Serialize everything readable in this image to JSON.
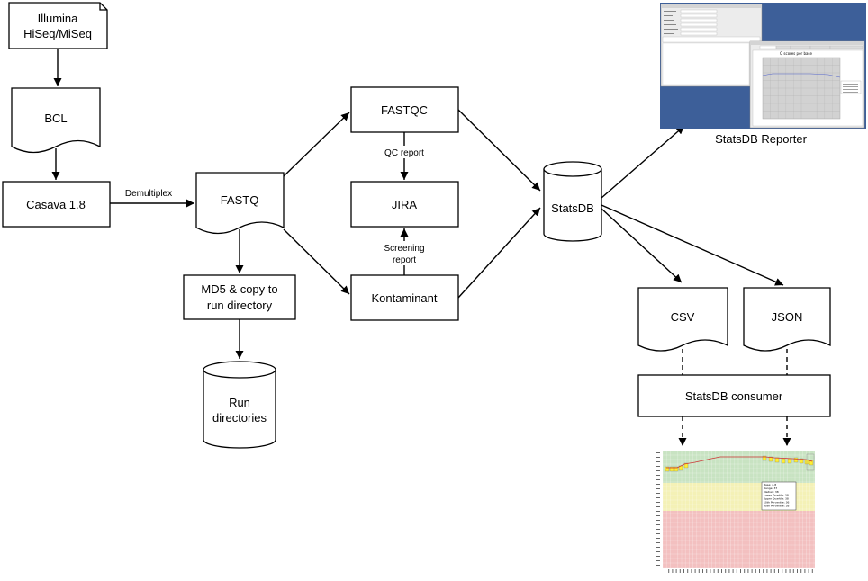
{
  "nodes": {
    "illumina": {
      "line1": "Illumina",
      "line2": "HiSeq/MiSeq"
    },
    "bcl": {
      "label": "BCL"
    },
    "casava": {
      "label": "Casava 1.8"
    },
    "fastq": {
      "label": "FASTQ"
    },
    "md5": {
      "line1": "MD5 & copy to",
      "line2": "run directory"
    },
    "run_dirs": {
      "line1": "Run",
      "line2": "directories"
    },
    "fastqc": {
      "label": "FASTQC"
    },
    "jira": {
      "label": "JIRA"
    },
    "kontaminant": {
      "label": "Kontaminant"
    },
    "statsdb": {
      "label": "StatsDB"
    },
    "csv": {
      "label": "CSV"
    },
    "json": {
      "label": "JSON"
    },
    "consumer": {
      "label": "StatsDB consumer"
    }
  },
  "edges": {
    "demultiplex": "Demultiplex",
    "qc_report": "QC report",
    "screening_line1": "Screening",
    "screening_line2": "report"
  },
  "reporter": {
    "caption": "StatsDB Reporter",
    "chart_title": "Q scores per base",
    "background_color": "#3d5f99"
  },
  "consumer_chart": {
    "zone_colors": {
      "good": "#c8e3c2",
      "ok": "#f4f1b6",
      "bad": "#f3c0c0"
    },
    "tooltip_lines": [
      "Base: 2-8",
      "Range: 37",
      "Median: 38",
      "Lower Quartile: 38",
      "Upper Quartile: 38",
      "10th Percentile: 36",
      "90th Percentile: 38"
    ]
  }
}
